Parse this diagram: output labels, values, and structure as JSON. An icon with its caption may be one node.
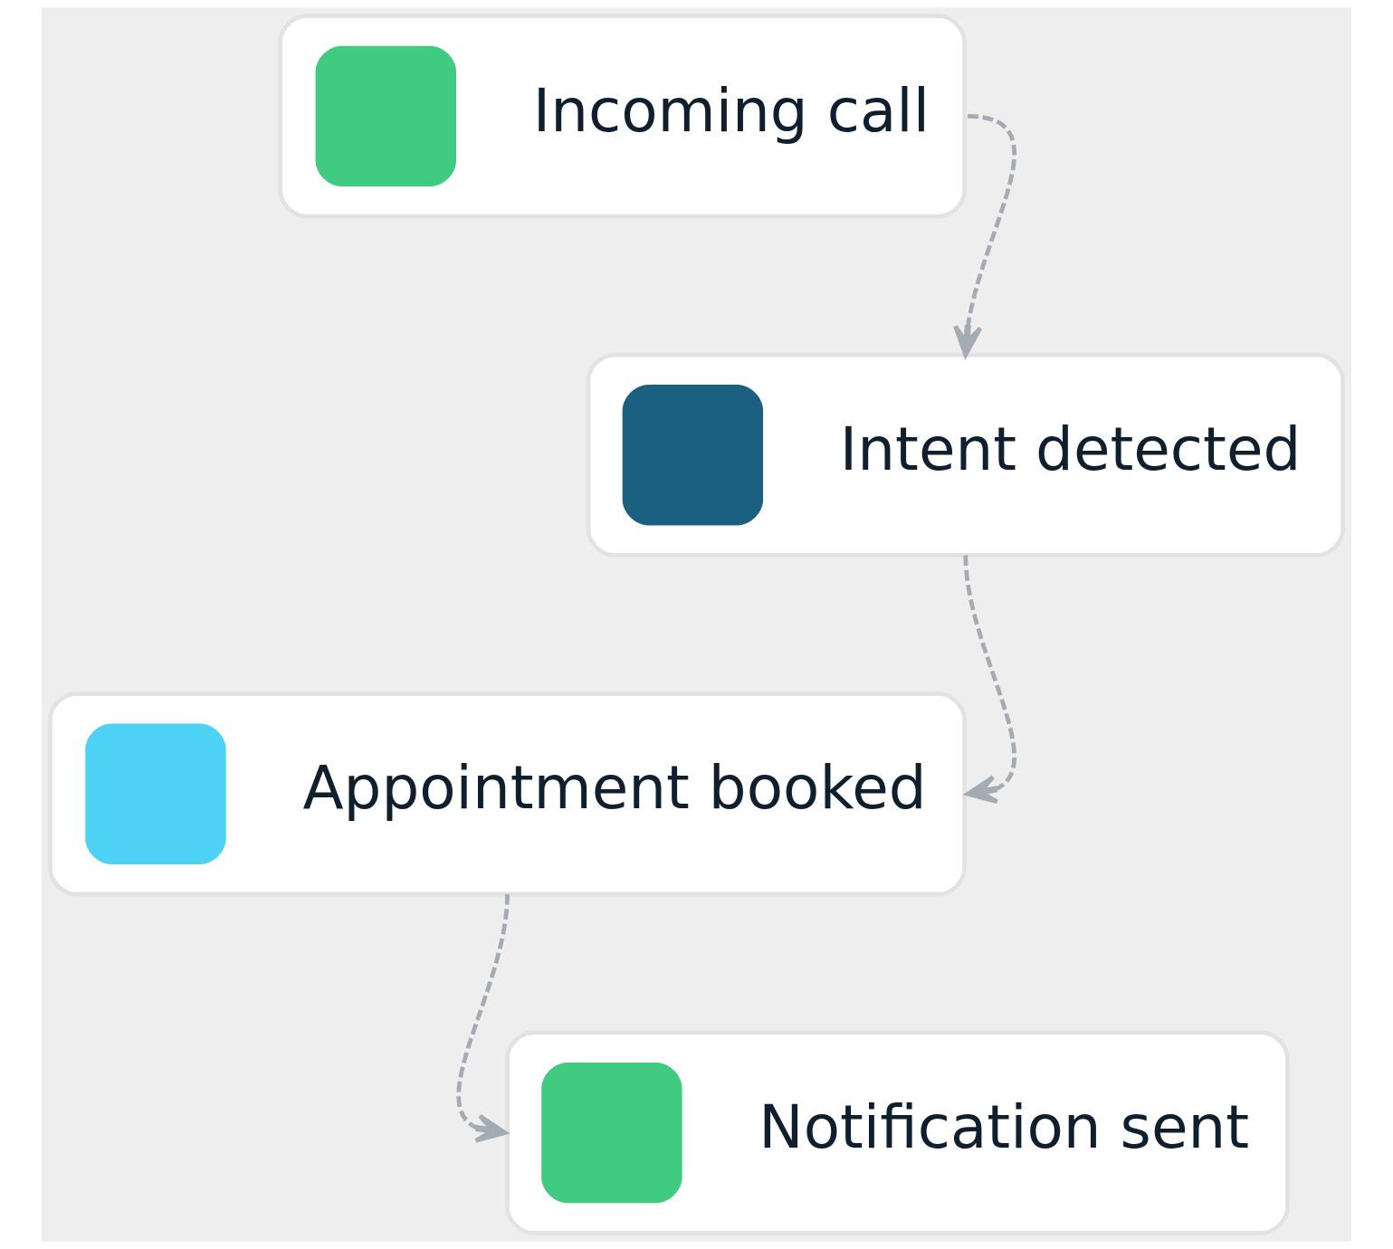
{
  "diagram": {
    "nodes": [
      {
        "text": [
          "Incoming call"
        ]
      },
      {
        "text": [
          "Intent detected"
        ]
      },
      {
        "text": [
          "Appointment booked"
        ]
      },
      {
        "text": [
          "Notification sent"
        ]
      }
    ],
    "edges": [
      {
        "from": 0,
        "to": 1,
        "arrow": "to",
        "style": "dashed"
      },
      {
        "from": 1,
        "to": 2,
        "arrow": "to",
        "style": "dashed"
      },
      {
        "from": 2,
        "to": 3,
        "arrow": "to",
        "style": "dashed"
      }
    ]
  }
}
